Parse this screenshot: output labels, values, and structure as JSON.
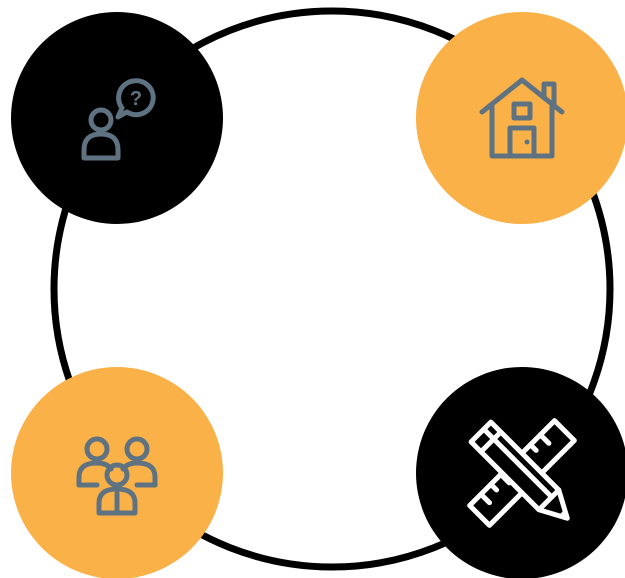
{
  "colors": {
    "ring": "#000000",
    "dark_node": "#000000",
    "accent_node": "#F9B148",
    "icon_stroke": "#5F7281",
    "icon_stroke_light": "#FFFFFF"
  },
  "nodes": [
    {
      "id": "top-left",
      "fill": "dark",
      "icon": "person-question-icon"
    },
    {
      "id": "top-right",
      "fill": "accent",
      "icon": "house-icon"
    },
    {
      "id": "bottom-left",
      "fill": "accent",
      "icon": "team-group-icon"
    },
    {
      "id": "bottom-right",
      "fill": "dark",
      "icon": "pencil-ruler-icon"
    }
  ]
}
